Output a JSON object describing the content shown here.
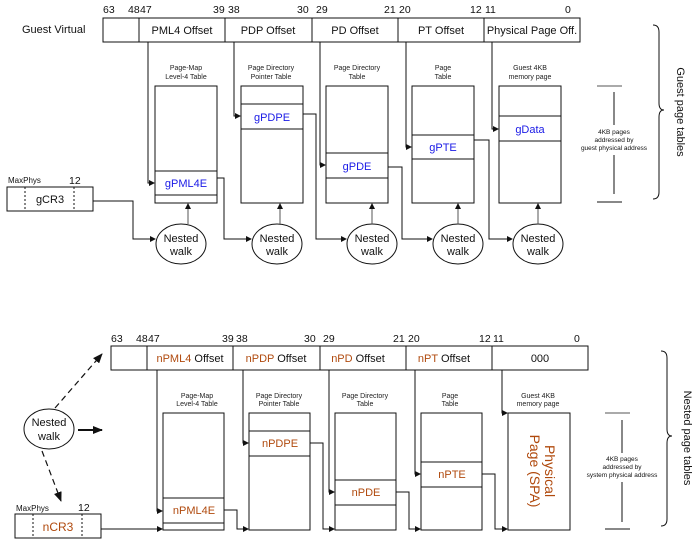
{
  "colors": {
    "guest_entry": "#1a1ae6",
    "nested_entry": "#b04a0e",
    "line": "#111111"
  },
  "guest": {
    "row_label": "Guest Virtual",
    "bits": [
      "63",
      "48",
      "47",
      "39",
      "38",
      "30",
      "29",
      "21",
      "20",
      "12",
      "11",
      "0"
    ],
    "fields": [
      "",
      "PML4 Offset",
      "PDP Offset",
      "PD Offset",
      "PT Offset",
      "Physical Page Off."
    ],
    "tables": [
      {
        "caption1": "Page-Map",
        "caption2": "Level-4 Table",
        "entry": "gPML4E"
      },
      {
        "caption1": "Page Directory",
        "caption2": "Pointer Table",
        "entry": "gPDPE"
      },
      {
        "caption1": "Page Directory",
        "caption2": "Table",
        "entry": "gPDE"
      },
      {
        "caption1": "Page",
        "caption2": "Table",
        "entry": "gPTE"
      },
      {
        "caption1": "Guest 4KB",
        "caption2": "memory page",
        "entry": "gData"
      }
    ],
    "cr3": {
      "maxphys": "MaxPhys",
      "bit": "12",
      "label": "gCR3"
    },
    "nested_walk": {
      "line1": "Nested",
      "line2": "walk"
    },
    "pages_note": [
      "4KB pages",
      "addressed by",
      "guest physical address"
    ],
    "side_label": "Guest page tables"
  },
  "nested": {
    "bits": [
      "63",
      "48",
      "47",
      "39",
      "38",
      "30",
      "29",
      "21",
      "20",
      "12",
      "11",
      "0"
    ],
    "fields": [
      {
        "prefix": "",
        "suffix": ""
      },
      {
        "prefix": "nPML4",
        "suffix": " Offset"
      },
      {
        "prefix": "nPDP",
        "suffix": " Offset"
      },
      {
        "prefix": "nPD",
        "suffix": "  Offset"
      },
      {
        "prefix": "nPT",
        "suffix": "  Offset"
      },
      {
        "prefix": "",
        "suffix": "000"
      }
    ],
    "tables": [
      {
        "caption1": "Page-Map",
        "caption2": "Level-4 Table",
        "entry": "nPML4E"
      },
      {
        "caption1": "Page Directory",
        "caption2": "Pointer Table",
        "entry": "nPDPE"
      },
      {
        "caption1": "Page Directory",
        "caption2": "Table",
        "entry": "nPDE"
      },
      {
        "caption1": "Page",
        "caption2": "Table",
        "entry": "nPTE"
      },
      {
        "caption1": "Guest 4KB",
        "caption2": "memory page",
        "entry": ""
      }
    ],
    "physical_page": {
      "line1": "Physical",
      "line2": "Page (SPA)"
    },
    "cr3": {
      "maxphys": "MaxPhys",
      "bit": "12",
      "label": "nCR3"
    },
    "nested_walk": {
      "line1": "Nested",
      "line2": "walk"
    },
    "pages_note": [
      "4KB pages",
      "addressed by",
      "system physical address"
    ],
    "side_label": "Nested page tables"
  }
}
